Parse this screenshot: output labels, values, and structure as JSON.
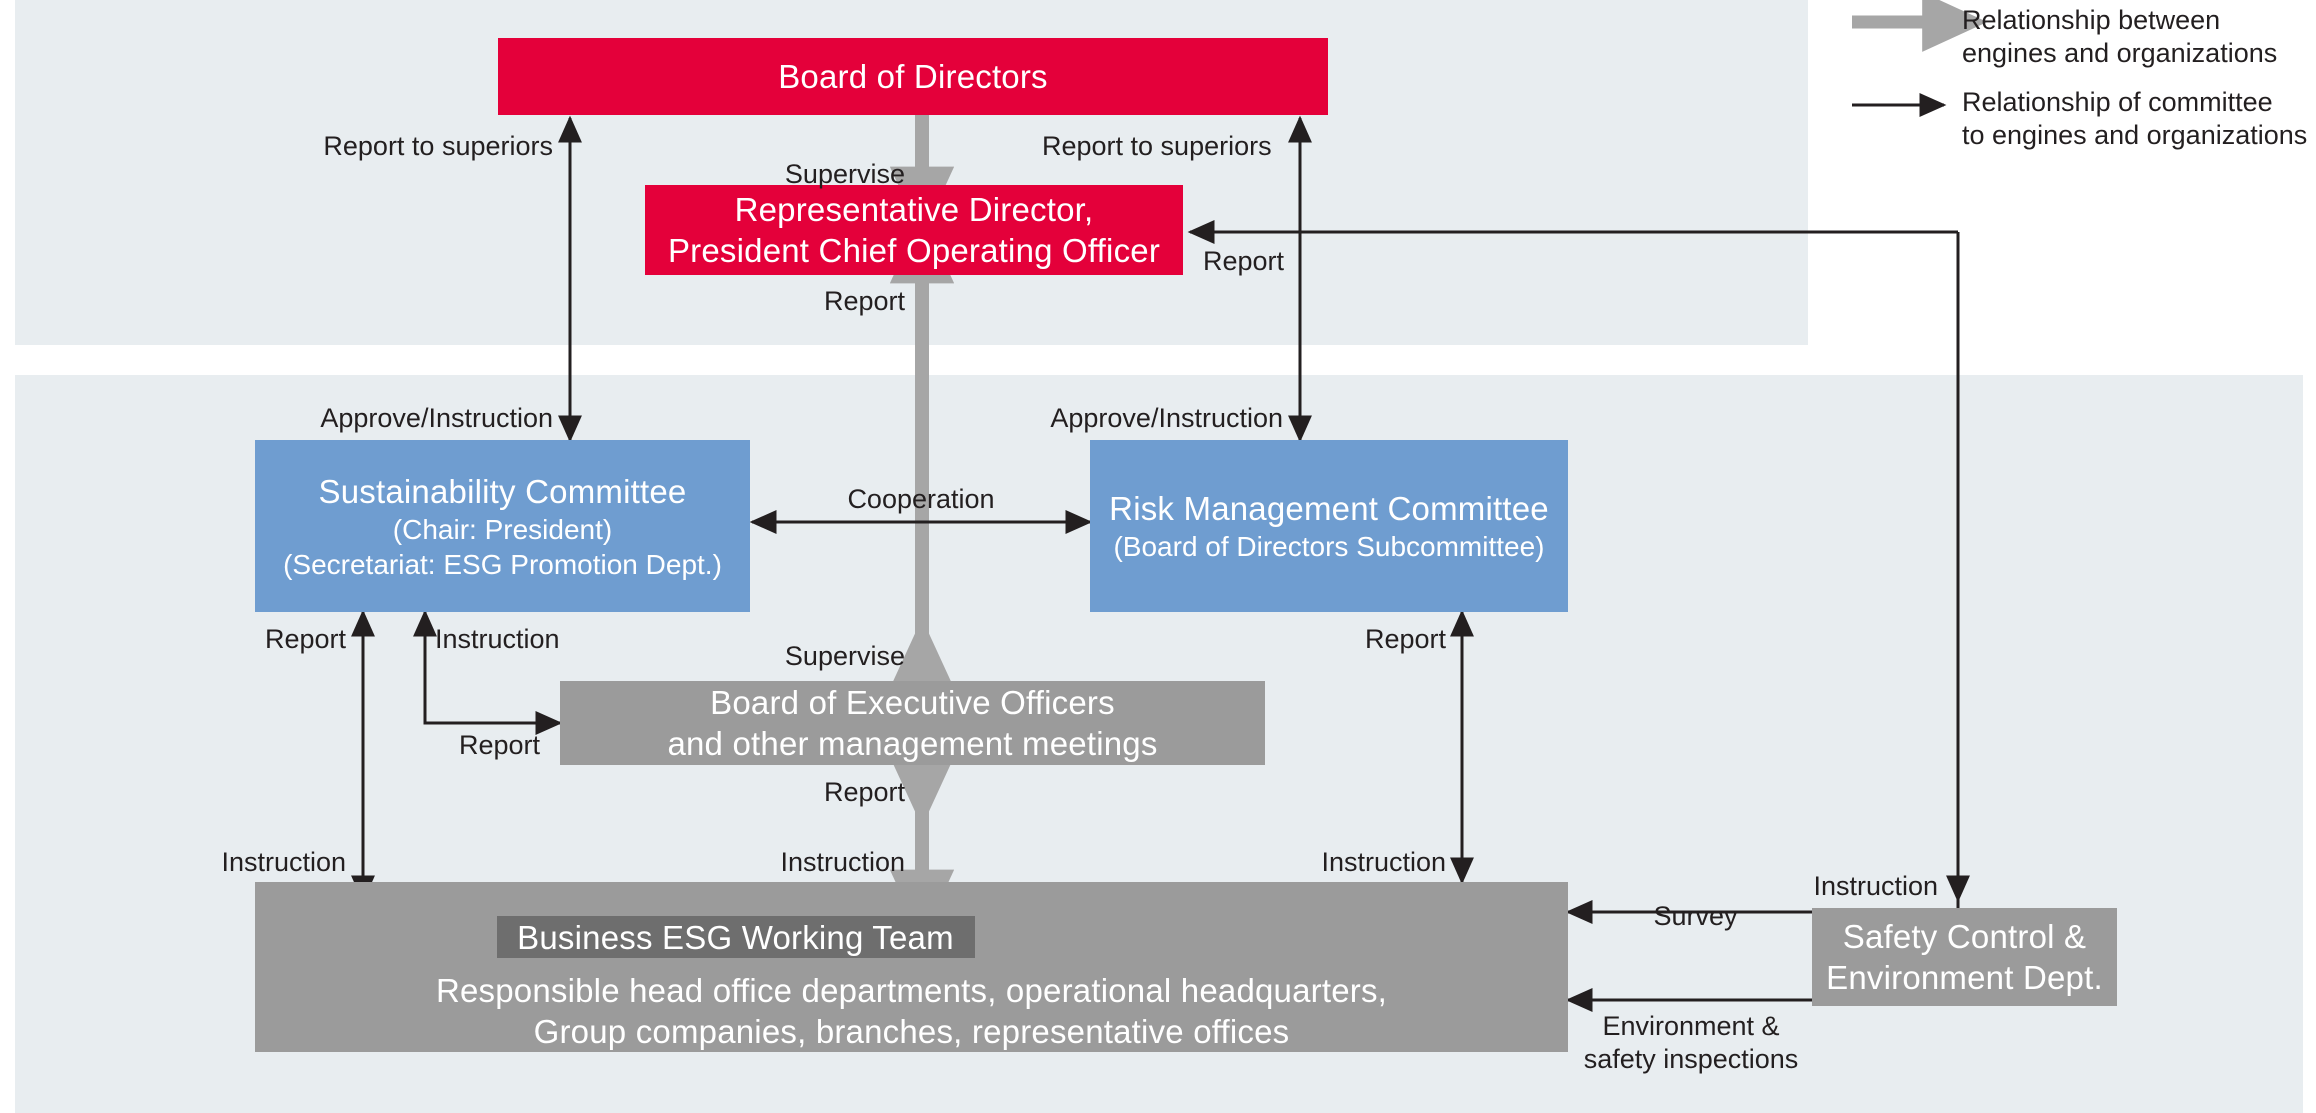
{
  "diagram": {
    "title": "ESG / Risk Management Governance Structure",
    "colors": {
      "panel_background": "#e8edf0",
      "page_background": "#ffffff",
      "board_red": "#e4003a",
      "committee_blue": "#6f9dd0",
      "organization_gray": "#9b9b9b",
      "working_team_gray": "#6e6e6e",
      "engine_arrow_gray": "#a6a6a6",
      "committee_arrow_black": "#231f20",
      "text_on_fill": "#ffffff",
      "text_default": "#231f20"
    },
    "nodes": {
      "board_of_directors": {
        "title": "Board of Directors"
      },
      "representative_director": {
        "line1": "Representative Director,",
        "line2": "President Chief Operating Officer"
      },
      "sustainability_committee": {
        "title": "Sustainability Committee",
        "sub1": "(Chair: President)",
        "sub2": "(Secretariat: ESG Promotion Dept.)"
      },
      "risk_management_committee": {
        "title": "Risk Management Committee",
        "sub1": "(Board of Directors Subcommittee)"
      },
      "board_of_executive_officers": {
        "line1": "Board of Executive Officers",
        "line2": "and other management meetings"
      },
      "operations_bar": {
        "working_team": "Business ESG Working Team",
        "line1": "Responsible head office departments, operational headquarters,",
        "line2": "Group companies, branches, representative offices"
      },
      "safety_control_environment_dept": {
        "line1": "Safety Control &",
        "line2": "Environment Dept."
      }
    },
    "edge_labels": {
      "report_to_superiors_left": "Report to superiors",
      "report_to_superiors_right": "Report to superiors",
      "supervise_top": "Supervise",
      "report_center_top": "Report",
      "report_right_of_president": "Report",
      "approve_instruction_left": "Approve/Instruction",
      "approve_instruction_right": "Approve/Instruction",
      "cooperation": "Cooperation",
      "report_left_committee": "Report",
      "instruction_left_committee": "Instruction",
      "report_to_executive_officers": "Report",
      "supervise_center": "Supervise",
      "report_center_lower": "Report",
      "instruction_center_lower": "Instruction",
      "instruction_left_lower": "Instruction",
      "report_right_committee": "Report",
      "instruction_right_committee": "Instruction",
      "survey": "Survey",
      "environment_safety_inspections_line1": "Environment &",
      "environment_safety_inspections_line2": "safety inspections",
      "instruction_safety_dept": "Instruction"
    },
    "legend": {
      "items": [
        {
          "style": "thick-gray-arrow",
          "line1": "Relationship between",
          "line2": "engines and organizations"
        },
        {
          "style": "thin-black-arrow",
          "line1": "Relationship of committee",
          "line2": "to engines and organizations"
        }
      ]
    }
  }
}
